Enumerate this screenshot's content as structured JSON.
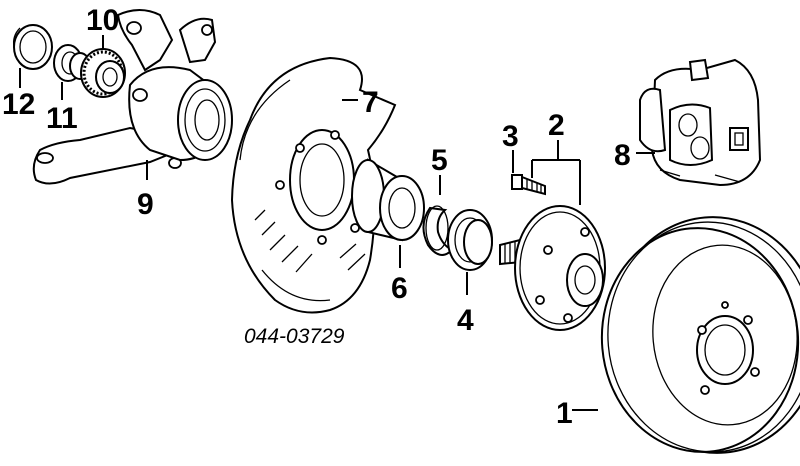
{
  "diagram_code": "044-03729",
  "callouts": [
    {
      "id": "c1",
      "text": "1"
    },
    {
      "id": "c2",
      "text": "2"
    },
    {
      "id": "c3",
      "text": "3"
    },
    {
      "id": "c4",
      "text": "4"
    },
    {
      "id": "c5",
      "text": "5"
    },
    {
      "id": "c6",
      "text": "6"
    },
    {
      "id": "c7",
      "text": "7"
    },
    {
      "id": "c8",
      "text": "8"
    },
    {
      "id": "c9",
      "text": "9"
    },
    {
      "id": "c10",
      "text": "10"
    },
    {
      "id": "c11",
      "text": "11"
    },
    {
      "id": "c12",
      "text": "12"
    }
  ]
}
